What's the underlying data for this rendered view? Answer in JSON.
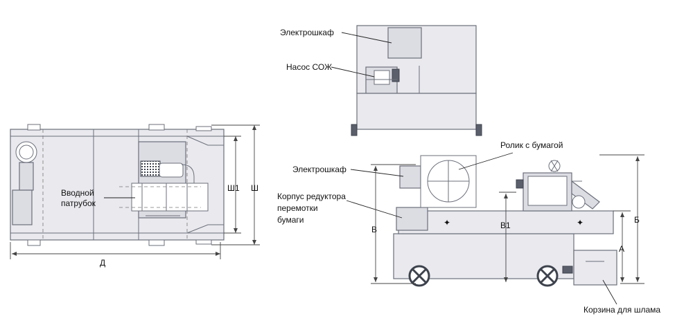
{
  "labels": {
    "electrical_cabinet_top": "Электрошкаф",
    "coolant_pump": "Насос СОЖ",
    "paper_roll": "Ролик с бумагой",
    "electrical_cabinet_side": "Электрошкаф",
    "gearbox_housing_line1": "Корпус редуктора",
    "gearbox_housing_line2": "перемотки",
    "gearbox_housing_line3": "бумаги",
    "inlet_line1": "Вводной",
    "inlet_line2": "патрубок",
    "sludge_basket": "Корзина для шлама"
  },
  "dimensions": {
    "length": "Д",
    "width": "Ш",
    "width_inner": "Ш1",
    "height_total": "В",
    "height_inner": "В1",
    "height_b": "Б",
    "height_a": "А"
  },
  "colors": {
    "body_fill": "#e9e9ee",
    "outline": "#6b6f7a"
  }
}
